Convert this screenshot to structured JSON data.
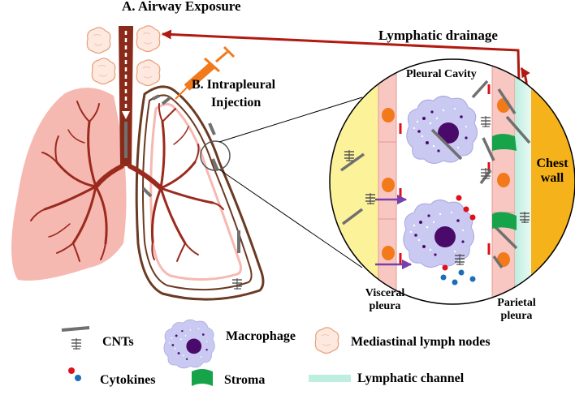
{
  "labels": {
    "airway": "A.  Airway Exposure",
    "lymphatic_drainage": "Lymphatic drainage",
    "intrapleural_1": "B. Intrapleural",
    "intrapleural_2": "Injection",
    "pleural_cavity": "Pleural Cavity",
    "chest_1": "Chest",
    "chest_2": "wall",
    "visceral_1": "Visceral",
    "visceral_2": "pleura",
    "parietal_1": "Parietal",
    "parietal_2": "pleura"
  },
  "legend": {
    "cnts": "CNTs",
    "macrophage": "Macrophage",
    "lymph_nodes": "Mediastinal lymph nodes",
    "cytokines": "Cytokines",
    "stroma": "Stroma",
    "lymph_channel": "Lymphatic channel"
  },
  "colors": {
    "trachea": "#8a2a1a",
    "vessels": "#9b2a1e",
    "lung_left": "#f6b9b2",
    "pleura_outline": "#6b3a22",
    "syringe": "#f07a1c",
    "arrow_red": "#b01a10",
    "zoom_yellow": "#fbf29a",
    "pleura_pink": "#f8c7c2",
    "chest_wall": "#f5b21a",
    "lymph_channel": "#bdeee0",
    "cell_orange": "#f27a1a",
    "macrophage_body": "#c9c9f2",
    "macrophage_nucleus": "#4a0a6a",
    "arrow_purple": "#7a3fa8",
    "cytokine_red": "#e0101a",
    "cytokine_blue": "#1a6fb8",
    "stroma_green": "#17a34a",
    "cnt_gray": "#6e6e6e",
    "node_fill": "#fde9df",
    "node_stroke": "#e8a07a"
  }
}
